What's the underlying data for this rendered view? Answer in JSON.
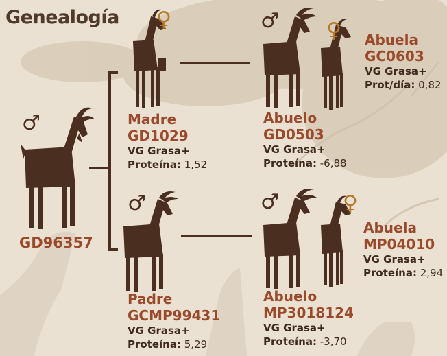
{
  "title": "Genealogía",
  "symbols": {
    "male": "♂",
    "female": "♀"
  },
  "root": {
    "code": "GD96357"
  },
  "madre": {
    "role": "Madre",
    "code": "GD1029",
    "line1": "VG Grasa+",
    "metric_label": "Proteína:",
    "metric_value": "1,52"
  },
  "padre": {
    "role": "Padre",
    "code": "GCMP99431",
    "line1": "VG Grasa+",
    "metric_label": "Proteína:",
    "metric_value": "5,29"
  },
  "abuela_materna": {
    "role": "Abuela",
    "code": "GC0603",
    "line1": "VG Grasa+",
    "metric_label": "Prot/día:",
    "metric_value": "0,82"
  },
  "abuelo_materno": {
    "role": "Abuelo",
    "code": "GD0503",
    "line1": "VG Grasa+",
    "metric_label": "Proteína:",
    "metric_value": "-6,88"
  },
  "abuela_paterna": {
    "role": "Abuela",
    "code": "MP04010",
    "line1": "VG Grasa+",
    "metric_label": "Proteína:",
    "metric_value": "2,94"
  },
  "abuelo_paterno": {
    "role": "Abuelo",
    "code": "MP3018124",
    "line1": "VG Grasa+",
    "metric_label": "Proteína:",
    "metric_value": "-3,70"
  },
  "colors": {
    "goat_brown": "#4a2e1f",
    "heading_rust": "#9a4a2a",
    "female_symbol": "#b5792a",
    "background": "#ebe1d2"
  }
}
